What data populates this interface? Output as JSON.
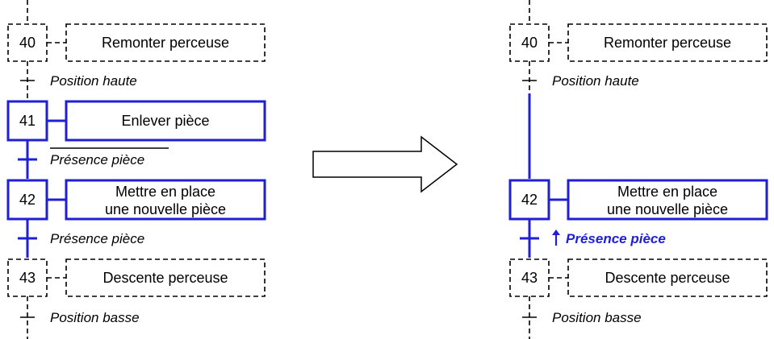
{
  "left": {
    "steps": [
      {
        "num": "40",
        "action": "Remonter perceuse"
      },
      {
        "num": "41",
        "action": "Enlever pièce"
      },
      {
        "num": "42",
        "action_line1": "Mettre en place",
        "action_line2": "une nouvelle pièce"
      },
      {
        "num": "43",
        "action": "Descente perceuse"
      }
    ],
    "transitions": [
      "Position haute",
      "Présence pièce",
      "Présence pièce",
      "Position basse"
    ]
  },
  "right": {
    "steps": [
      {
        "num": "40",
        "action": "Remonter perceuse"
      },
      {
        "num": "42",
        "action_line1": "Mettre en place",
        "action_line2": "une nouvelle pièce"
      },
      {
        "num": "43",
        "action": "Descente perceuse"
      }
    ],
    "transitions": [
      "Position haute",
      "Présence pièce",
      "Position basse"
    ]
  },
  "colors": {
    "highlight": "#1f1fd6",
    "dashed": "#000000"
  }
}
